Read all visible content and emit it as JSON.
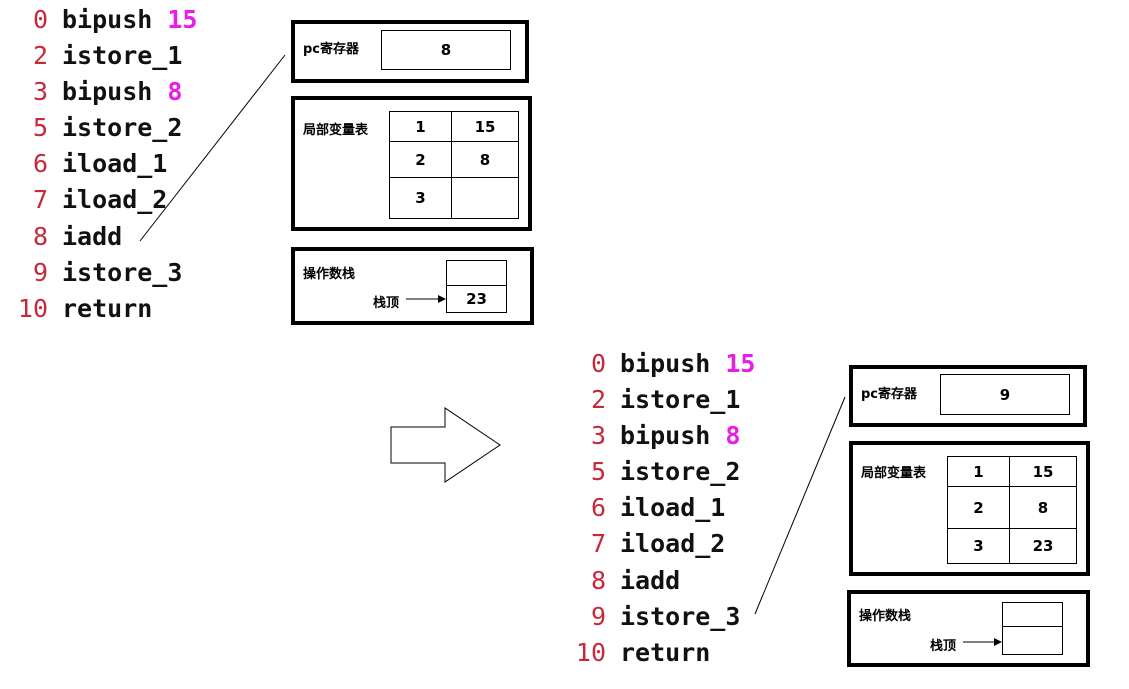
{
  "before": {
    "code": [
      {
        "num": "0",
        "op": "bipush",
        "arg": "15"
      },
      {
        "num": "2",
        "op": "istore_1",
        "arg": ""
      },
      {
        "num": "3",
        "op": "bipush",
        "arg": "8"
      },
      {
        "num": "5",
        "op": "istore_2",
        "arg": ""
      },
      {
        "num": "6",
        "op": "iload_1",
        "arg": ""
      },
      {
        "num": "7",
        "op": "iload_2",
        "arg": ""
      },
      {
        "num": "8",
        "op": "iadd",
        "arg": ""
      },
      {
        "num": "9",
        "op": "istore_3",
        "arg": ""
      },
      {
        "num": "10",
        "op": "return",
        "arg": ""
      }
    ],
    "pc": {
      "label": "pc寄存器",
      "value": "8"
    },
    "locals": {
      "label": "局部变量表",
      "rows": [
        [
          "1",
          "15"
        ],
        [
          "2",
          "8"
        ],
        [
          "3",
          ""
        ]
      ]
    },
    "stack": {
      "label": "操作数栈",
      "top_label": "栈顶",
      "cells": [
        "",
        "23"
      ]
    }
  },
  "after": {
    "code": [
      {
        "num": "0",
        "op": "bipush",
        "arg": "15"
      },
      {
        "num": "2",
        "op": "istore_1",
        "arg": ""
      },
      {
        "num": "3",
        "op": "bipush",
        "arg": "8"
      },
      {
        "num": "5",
        "op": "istore_2",
        "arg": ""
      },
      {
        "num": "6",
        "op": "iload_1",
        "arg": ""
      },
      {
        "num": "7",
        "op": "iload_2",
        "arg": ""
      },
      {
        "num": "8",
        "op": "iadd",
        "arg": ""
      },
      {
        "num": "9",
        "op": "istore_3",
        "arg": ""
      },
      {
        "num": "10",
        "op": "return",
        "arg": ""
      }
    ],
    "pc": {
      "label": "pc寄存器",
      "value": "9"
    },
    "locals": {
      "label": "局部变量表",
      "rows": [
        [
          "1",
          "15"
        ],
        [
          "2",
          "8"
        ],
        [
          "3",
          "23"
        ]
      ]
    },
    "stack": {
      "label": "操作数栈",
      "top_label": "栈顶",
      "cells": [
        "",
        ""
      ]
    }
  },
  "colors": {
    "line_number": "#c8293a",
    "instruction": "#111111",
    "argument": "#e81ee8",
    "border": "#000000"
  },
  "icons": {
    "transition": "right-arrow-icon",
    "stack_pointer": "arrow-icon"
  }
}
